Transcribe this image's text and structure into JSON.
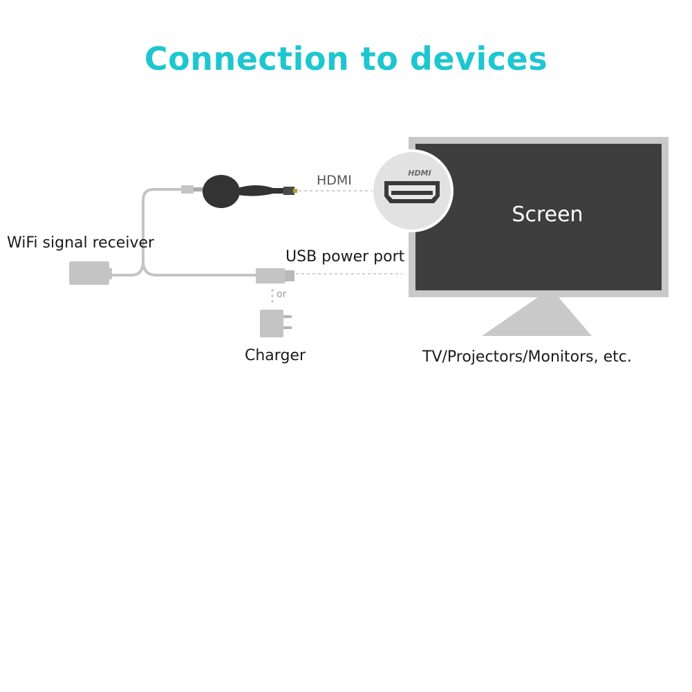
{
  "title": "Connection to devices",
  "colors": {
    "title": "#1ec6d0",
    "tv_body": "#3e3e3e",
    "tv_bezel": "#c9c9c9",
    "cable": "#c4c4c4",
    "dongle": "#333333",
    "label": "#1a1a1a"
  },
  "labels": {
    "hdmi": "HDMI",
    "hdmi_port_text": "HDMI",
    "wifi_receiver": "WiFi signal receiver",
    "usb_power_port": "USB power port",
    "or": "or",
    "charger": "Charger",
    "screen": "Screen",
    "devices": "TV/Projectors/Monitors, etc."
  },
  "icons": {
    "dongle": "hdmi-dongle-icon",
    "hdmi_port": "hdmi-port-icon",
    "usb_plug": "usb-plug-icon",
    "charger": "wall-charger-icon",
    "receiver": "usb-receiver-icon",
    "tv": "tv-screen-icon"
  }
}
